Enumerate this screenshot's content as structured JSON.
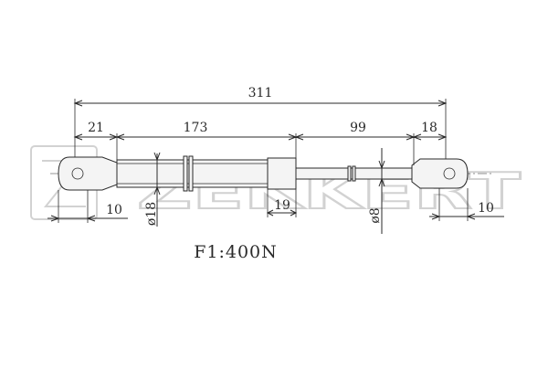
{
  "brand": {
    "logo_text": "ZEKKERT"
  },
  "dimensions": {
    "overall_length": "311",
    "end_length_left": "21",
    "body_length": "173",
    "rod_length": "99",
    "end_length_right": "18",
    "eye_offset_left": "10",
    "sleeve_length": "19",
    "eye_offset_right": "10",
    "body_diameter": "ø18",
    "rod_diameter": "ø8"
  },
  "force": {
    "label": "F1:400N"
  },
  "colors": {
    "line": "#2a2a2a",
    "watermark": "#d2d2d2",
    "fill": "#f4f4f4"
  }
}
